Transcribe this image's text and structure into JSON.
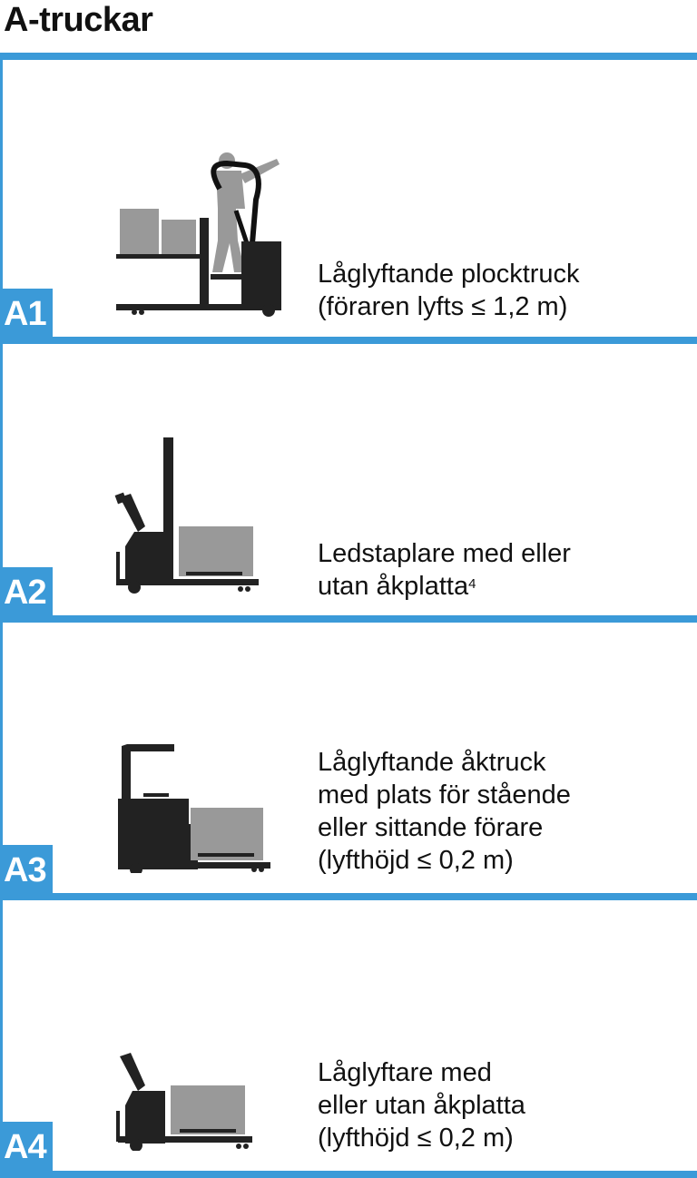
{
  "page": {
    "title": "A-truckar",
    "accent_color": "#3b9ad8"
  },
  "sections": [
    {
      "code": "A1",
      "icon": "low-lift-order-picker-icon",
      "lines": [
        "Låglyftande plocktruck",
        "(föraren lyfts ≤ 1,2 m)"
      ],
      "superscript": ""
    },
    {
      "code": "A2",
      "icon": "pedestrian-stacker-icon",
      "lines": [
        "Ledstaplare med eller",
        "utan åkplatta"
      ],
      "superscript": "4"
    },
    {
      "code": "A3",
      "icon": "low-lift-platform-truck-icon",
      "lines": [
        "Låglyftande åktruck",
        "med plats för stående",
        "eller sittande förare",
        "(lyfthöjd ≤ 0,2 m)"
      ],
      "superscript": ""
    },
    {
      "code": "A4",
      "icon": "low-lifter-icon",
      "lines": [
        "Låglyftare med",
        "eller utan åkplatta",
        "(lyfthöjd ≤ 0,2 m)"
      ],
      "superscript": ""
    }
  ]
}
